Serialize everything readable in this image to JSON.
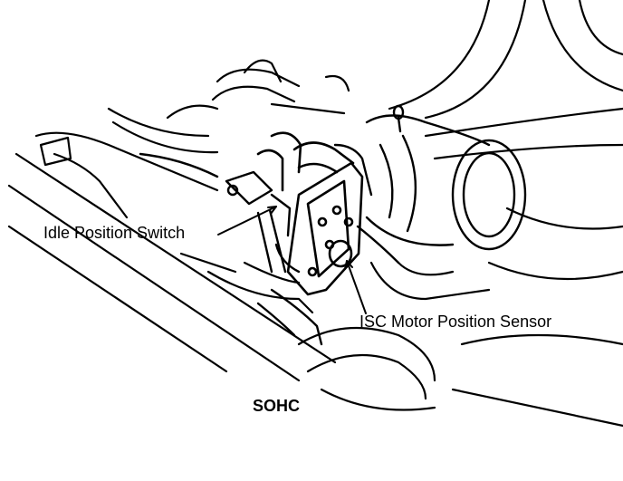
{
  "labels": {
    "idle_position_switch": "Idle Position Switch",
    "isc_motor_position_sensor": "ISC Motor Position Sensor",
    "engine_variant": "SOHC"
  },
  "colors": {
    "ink": "#000000",
    "paper": "#ffffff"
  }
}
